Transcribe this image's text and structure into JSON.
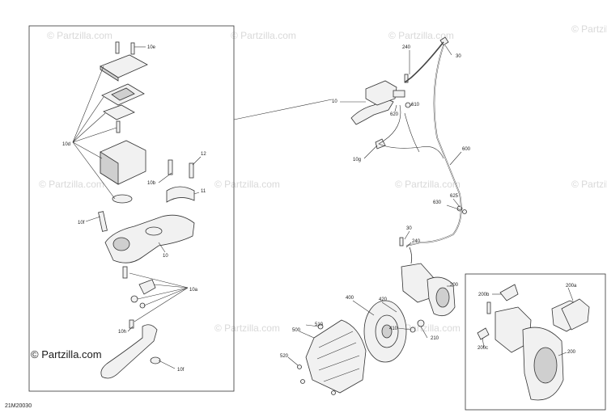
{
  "watermark": "© Partzilla.com",
  "watermark_main": "© Partzilla.com",
  "diagram_code": "21M20030",
  "labels": {
    "l10e": "10e",
    "l10d": "10d",
    "l10b": "10b",
    "l12": "12",
    "l11": "11",
    "l10f_top": "10f",
    "l10_left": "10",
    "l10a": "10a",
    "l10h": "10h",
    "l10f_bot": "10f",
    "l240_top": "240",
    "l30_top": "30",
    "l10_right": "10",
    "l610": "610",
    "l620": "620",
    "l10g": "10g",
    "l600": "600",
    "l625": "625",
    "l630": "630",
    "l30_mid": "30",
    "l240_mid": "240",
    "l200": "200",
    "l400": "400",
    "l420": "420",
    "l410": "410",
    "l210": "210",
    "l500": "500",
    "l510": "510",
    "l520": "520",
    "l200b": "200b",
    "l200a": "200a",
    "l200c": "200c",
    "l200_inset": "200"
  }
}
